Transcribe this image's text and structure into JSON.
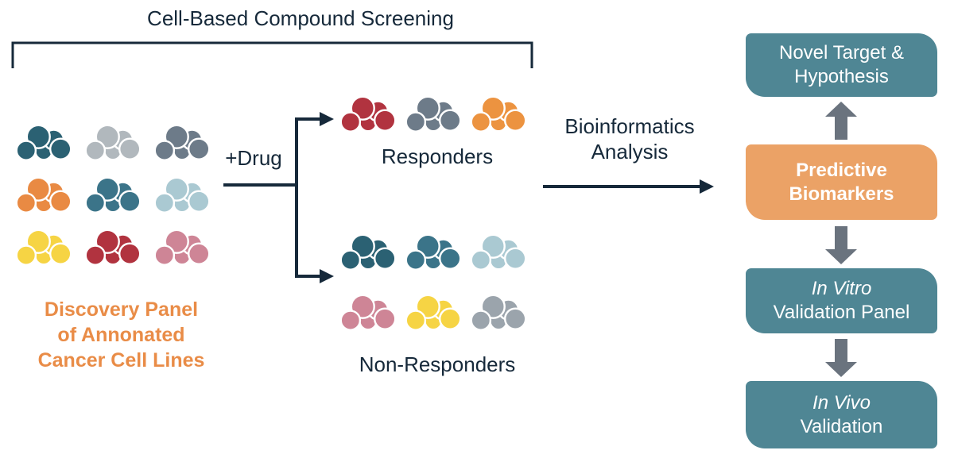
{
  "title": "Cell-Based Compound Screening",
  "colors": {
    "line_navy": "#16293a",
    "orange_text": "#e98c47",
    "teal_box": "#4f8694",
    "orange_box": "#eba266",
    "flow_arrow_gray": "#6a737e"
  },
  "discovery": {
    "label_lines": [
      "Discovery Panel",
      "of Annonated",
      "Cancer Cell Lines"
    ],
    "cluster_colors": [
      "#2b6173",
      "#b1b8bd",
      "#6d7b89",
      "#e98a43",
      "#3b7489",
      "#aac9d2",
      "#f6d444",
      "#b1333f",
      "#ce8596"
    ]
  },
  "drug_label": "+Drug",
  "responders": {
    "label": "Responders",
    "cluster_colors": [
      "#b1333f",
      "#6d7b89",
      "#ec9340"
    ]
  },
  "non_responders": {
    "label": "Non-Responders",
    "cluster_colors": [
      "#2b6173",
      "#3b7489",
      "#aac9d2",
      "#ce8596",
      "#f6d444",
      "#9ba4ac"
    ]
  },
  "bioinformatics": {
    "line1": "Bioinformatics",
    "line2": "Analysis"
  },
  "pipeline": {
    "boxes": [
      {
        "lines": [
          "Novel Target &",
          "Hypothesis"
        ]
      },
      {
        "lines": [
          "Predictive",
          "Biomarkers"
        ]
      },
      {
        "lines": [
          "In Vitro",
          "Validation Panel"
        ]
      },
      {
        "lines": [
          "In Vivo",
          "Validation"
        ]
      }
    ]
  }
}
